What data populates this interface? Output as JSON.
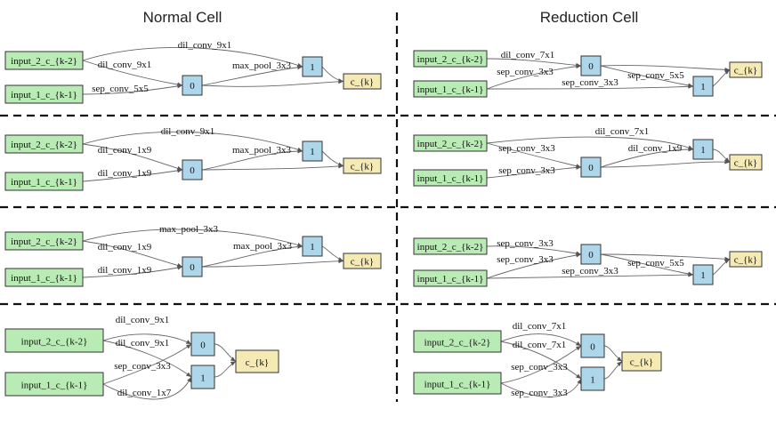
{
  "titles": {
    "normal": "Normal Cell",
    "reduction": "Reduction Cell"
  },
  "colors": {
    "input_fill": "#b9ebb4",
    "node_fill": "#aed6ea",
    "output_fill": "#f6eab4",
    "stroke": "#333333",
    "edge": "#666666"
  },
  "cells": [
    {
      "id": "normal-1",
      "nodes": [
        {
          "id": "in2",
          "kind": "input",
          "label": "input_2_c_{k-2}"
        },
        {
          "id": "in1",
          "kind": "input",
          "label": "input_1_c_{k-1}"
        },
        {
          "id": "n0",
          "kind": "node",
          "label": "0"
        },
        {
          "id": "n1",
          "kind": "node",
          "label": "1"
        },
        {
          "id": "out",
          "kind": "output",
          "label": "c_{k}"
        }
      ],
      "edges": [
        {
          "from": "in2",
          "to": "n1",
          "label": "dil_conv_9x1"
        },
        {
          "from": "in2",
          "to": "n0",
          "label": "dil_conv_9x1"
        },
        {
          "from": "in1",
          "to": "n0",
          "label": "sep_conv_5x5"
        },
        {
          "from": "n0",
          "to": "n1",
          "label": "max_pool_3x3"
        },
        {
          "from": "n0",
          "to": "out",
          "label": ""
        },
        {
          "from": "n1",
          "to": "out",
          "label": ""
        }
      ]
    },
    {
      "id": "reduction-1",
      "nodes": [
        {
          "id": "in2",
          "kind": "input",
          "label": "input_2_c_{k-2}"
        },
        {
          "id": "in1",
          "kind": "input",
          "label": "input_1_c_{k-1}"
        },
        {
          "id": "n0",
          "kind": "node",
          "label": "0"
        },
        {
          "id": "n1",
          "kind": "node",
          "label": "1"
        },
        {
          "id": "out",
          "kind": "output",
          "label": "c_{k}"
        }
      ],
      "edges": [
        {
          "from": "in2",
          "to": "n0",
          "label": "dil_conv_7x1"
        },
        {
          "from": "in1",
          "to": "n0",
          "label": "sep_conv_3x3"
        },
        {
          "from": "in1",
          "to": "n1",
          "label": "sep_conv_3x3"
        },
        {
          "from": "n0",
          "to": "n1",
          "label": "sep_conv_5x5"
        },
        {
          "from": "n0",
          "to": "out",
          "label": ""
        },
        {
          "from": "n1",
          "to": "out",
          "label": ""
        }
      ]
    },
    {
      "id": "normal-2",
      "nodes": [
        {
          "id": "in2",
          "kind": "input",
          "label": "input_2_c_{k-2}"
        },
        {
          "id": "in1",
          "kind": "input",
          "label": "input_1_c_{k-1}"
        },
        {
          "id": "n0",
          "kind": "node",
          "label": "0"
        },
        {
          "id": "n1",
          "kind": "node",
          "label": "1"
        },
        {
          "id": "out",
          "kind": "output",
          "label": "c_{k}"
        }
      ],
      "edges": [
        {
          "from": "in2",
          "to": "n1",
          "label": "dil_conv_9x1"
        },
        {
          "from": "in2",
          "to": "n0",
          "label": "dil_conv_1x9"
        },
        {
          "from": "in1",
          "to": "n0",
          "label": "dil_conv_1x9"
        },
        {
          "from": "n0",
          "to": "n1",
          "label": "max_pool_3x3"
        },
        {
          "from": "n0",
          "to": "out",
          "label": ""
        },
        {
          "from": "n1",
          "to": "out",
          "label": ""
        }
      ]
    },
    {
      "id": "reduction-2",
      "nodes": [
        {
          "id": "in2",
          "kind": "input",
          "label": "input_2_c_{k-2}"
        },
        {
          "id": "in1",
          "kind": "input",
          "label": "input_1_c_{k-1}"
        },
        {
          "id": "n0",
          "kind": "node",
          "label": "0"
        },
        {
          "id": "n1",
          "kind": "node",
          "label": "1"
        },
        {
          "id": "out",
          "kind": "output",
          "label": "c_{k}"
        }
      ],
      "edges": [
        {
          "from": "in2",
          "to": "n1",
          "label": "dil_conv_7x1"
        },
        {
          "from": "in2",
          "to": "n0",
          "label": "sep_conv_3x3"
        },
        {
          "from": "in1",
          "to": "n0",
          "label": "sep_conv_3x3"
        },
        {
          "from": "n0",
          "to": "n1",
          "label": "dil_conv_1x9"
        },
        {
          "from": "n0",
          "to": "out",
          "label": ""
        },
        {
          "from": "n1",
          "to": "out",
          "label": ""
        }
      ]
    },
    {
      "id": "normal-3",
      "nodes": [
        {
          "id": "in2",
          "kind": "input",
          "label": "input_2_c_{k-2}"
        },
        {
          "id": "in1",
          "kind": "input",
          "label": "input_1_c_{k-1}"
        },
        {
          "id": "n0",
          "kind": "node",
          "label": "0"
        },
        {
          "id": "n1",
          "kind": "node",
          "label": "1"
        },
        {
          "id": "out",
          "kind": "output",
          "label": "c_{k}"
        }
      ],
      "edges": [
        {
          "from": "in2",
          "to": "n1",
          "label": "max_pool_3x3"
        },
        {
          "from": "in2",
          "to": "n0",
          "label": "dil_conv_1x9"
        },
        {
          "from": "in1",
          "to": "n0",
          "label": "dil_conv_1x9"
        },
        {
          "from": "n0",
          "to": "n1",
          "label": "max_pool_3x3"
        },
        {
          "from": "n0",
          "to": "out",
          "label": ""
        },
        {
          "from": "n1",
          "to": "out",
          "label": ""
        }
      ]
    },
    {
      "id": "reduction-3",
      "nodes": [
        {
          "id": "in2",
          "kind": "input",
          "label": "input_2_c_{k-2}"
        },
        {
          "id": "in1",
          "kind": "input",
          "label": "input_1_c_{k-1}"
        },
        {
          "id": "n0",
          "kind": "node",
          "label": "0"
        },
        {
          "id": "n1",
          "kind": "node",
          "label": "1"
        },
        {
          "id": "out",
          "kind": "output",
          "label": "c_{k}"
        }
      ],
      "edges": [
        {
          "from": "in2",
          "to": "n0",
          "label": "sep_conv_3x3"
        },
        {
          "from": "in1",
          "to": "n0",
          "label": "sep_conv_3x3"
        },
        {
          "from": "in1",
          "to": "n1",
          "label": "sep_conv_3x3"
        },
        {
          "from": "n0",
          "to": "n1",
          "label": "sep_conv_5x5"
        },
        {
          "from": "n0",
          "to": "out",
          "label": ""
        },
        {
          "from": "n1",
          "to": "out",
          "label": ""
        }
      ]
    },
    {
      "id": "normal-4",
      "nodes": [
        {
          "id": "in2",
          "kind": "input",
          "label": "input_2_c_{k-2}"
        },
        {
          "id": "in1",
          "kind": "input",
          "label": "input_1_c_{k-1}"
        },
        {
          "id": "n0",
          "kind": "node",
          "label": "0"
        },
        {
          "id": "n1",
          "kind": "node",
          "label": "1"
        },
        {
          "id": "out",
          "kind": "output",
          "label": "c_{k}"
        }
      ],
      "edges": [
        {
          "from": "in2",
          "to": "n0",
          "label": "dil_conv_9x1"
        },
        {
          "from": "in2",
          "to": "n1",
          "label": "dil_conv_9x1"
        },
        {
          "from": "in1",
          "to": "n0",
          "label": "sep_conv_3x3"
        },
        {
          "from": "in1",
          "to": "n1",
          "label": "dil_conv_1x7"
        },
        {
          "from": "n0",
          "to": "out",
          "label": ""
        },
        {
          "from": "n1",
          "to": "out",
          "label": ""
        }
      ]
    },
    {
      "id": "reduction-4",
      "nodes": [
        {
          "id": "in2",
          "kind": "input",
          "label": "input_2_c_{k-2}"
        },
        {
          "id": "in1",
          "kind": "input",
          "label": "input_1_c_{k-1}"
        },
        {
          "id": "n0",
          "kind": "node",
          "label": "0"
        },
        {
          "id": "n1",
          "kind": "node",
          "label": "1"
        },
        {
          "id": "out",
          "kind": "output",
          "label": "c_{k}"
        }
      ],
      "edges": [
        {
          "from": "in2",
          "to": "n0",
          "label": "dil_conv_7x1"
        },
        {
          "from": "in2",
          "to": "n1",
          "label": "dil_conv_7x1"
        },
        {
          "from": "in1",
          "to": "n0",
          "label": "sep_conv_3x3"
        },
        {
          "from": "in1",
          "to": "n1",
          "label": "sep_conv_3x3"
        },
        {
          "from": "n0",
          "to": "out",
          "label": ""
        },
        {
          "from": "n1",
          "to": "out",
          "label": ""
        }
      ]
    }
  ]
}
